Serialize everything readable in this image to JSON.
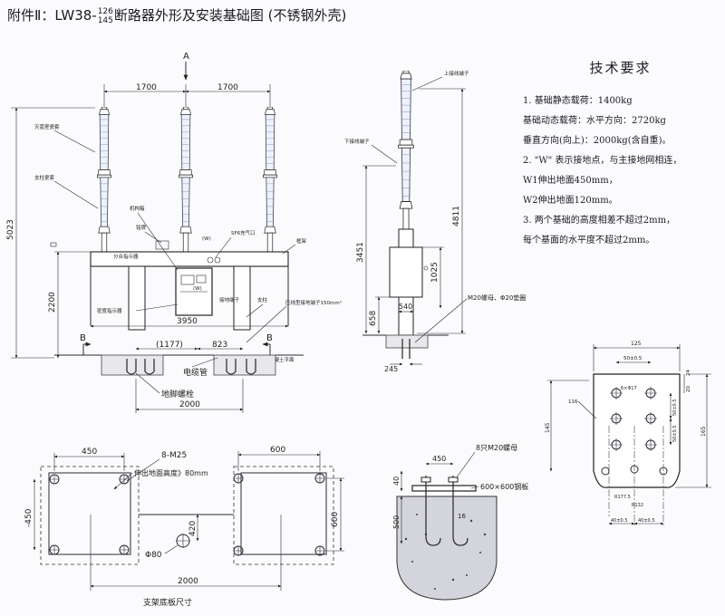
{
  "title": {
    "prefix": "附件Ⅱ：LW38-",
    "frac_top": "126",
    "frac_bottom": "145",
    "suffix": "断路器外形及安装基础图 (不锈钢外壳)"
  },
  "requirements": {
    "heading": "技术要求",
    "lines": [
      "1. 基础静态载荷：1400kg",
      "基础动态载荷：水平方向：2720kg",
      "垂直方向(向上)：2000kg(含自重)。",
      "2. \"W\" 表示接地点，与主接地网相连，",
      "W1伸出地面450mm，",
      "W2伸出地面120mm。",
      "3. 两个基础的高度相差不超过2mm，",
      "每个基面的水平度不超过2mm。"
    ]
  },
  "front_view": {
    "arrow_a": "A",
    "dim_1700_left": "1700",
    "dim_1700_right": "1700",
    "dim_5023": "5023",
    "dim_2200": "2200",
    "dim_3950": "3950",
    "dim_1177": "(1177)",
    "dim_823": "823",
    "dim_2000": "2000",
    "marker_b_left": "B",
    "marker_b_right": "B",
    "label_arc_porcelain": "灭弧室瓷套",
    "label_post_porcelain": "支柱瓷套",
    "label_mechanism": "机构箱",
    "label_nameplate": "铭牌",
    "label_position_indicator": "分合指示器",
    "label_sf6_port": "SF6充气口",
    "label_frame": "框架",
    "label_density_relay": "密度指示器",
    "label_grounding_terminal": "接地端子",
    "label_terminal_w": "(W)",
    "label_support": "支柱",
    "label_crimp_terminal": "压线型接地端子150mm²",
    "label_ground_level": "混凝土平面",
    "label_cable_duct": "电缆管",
    "label_anchor_bolt": "地脚螺栓"
  },
  "side_view": {
    "label_upper_terminal": "上接线端子",
    "label_lower_terminal": "下接线端子",
    "dim_4811": "4811",
    "dim_3451": "3451",
    "dim_1025": "1025",
    "dim_658": "658",
    "dim_540": "540",
    "dim_245": "245",
    "label_m20": "M20螺母、Φ20垫圈"
  },
  "base_plan": {
    "dim_450": "450",
    "dim_600_top": "600",
    "label_8m25": "8-M25",
    "label_protrude": "伸出地面高度》80mm",
    "dim_neg450": "-450",
    "dim_420": "420",
    "dim_600_right": "600",
    "label_phi80": "Φ80",
    "dim_2000": "2000",
    "caption": "支架底板尺寸"
  },
  "foundation_section": {
    "dim_450": "450",
    "label_nut": "8只M20螺母",
    "label_plate": "600×600钢板",
    "dim_40": "40",
    "dim_500": "500",
    "label_16": "16"
  },
  "terminal_plate": {
    "dim_125": "125",
    "dim_50": "50±0.5",
    "dim_24": "24",
    "dim_20": "20",
    "dim_6": "6×Φ17",
    "dim_116": "116",
    "dim_145": "145",
    "dim_165": "165",
    "dim_50v1": "50±0.5",
    "dim_50v2": "50±0.5",
    "dim_r1": "R177.5",
    "dim_r2": "R132",
    "dim_40a": "40±0.5",
    "dim_40b": "40±0.5"
  }
}
